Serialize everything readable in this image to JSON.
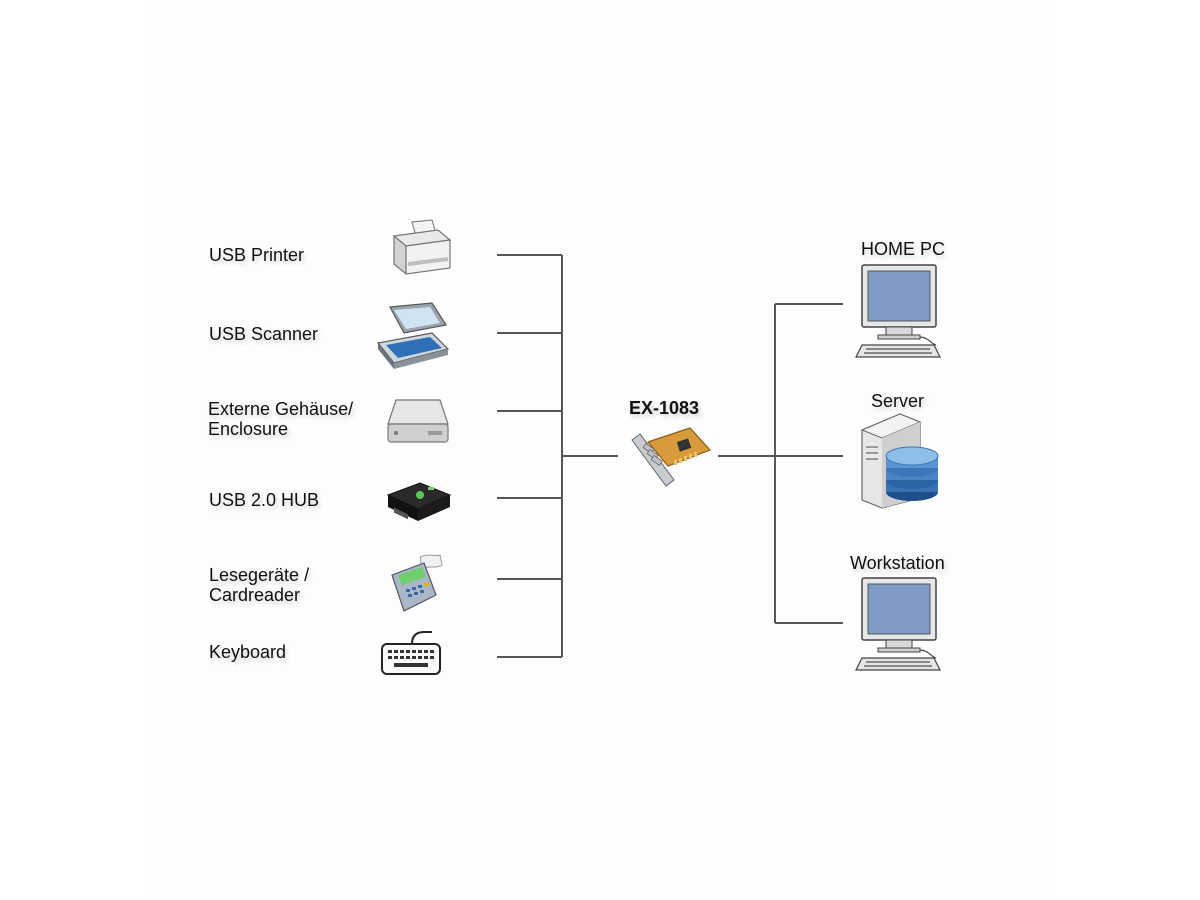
{
  "card": {
    "label": "EX-1083",
    "icon": "pci-usb-card-icon"
  },
  "devices": [
    {
      "label": "USB Printer",
      "icon": "printer-icon"
    },
    {
      "label": "USB Scanner",
      "icon": "scanner-icon"
    },
    {
      "label_lines": [
        "Externe Gehäuse/",
        "Enclosure"
      ],
      "icon": "hard-drive-icon"
    },
    {
      "label": "USB 2.0 HUB",
      "icon": "usb-hub-icon"
    },
    {
      "label_lines": [
        "Lesegeräte /",
        "Cardreader"
      ],
      "icon": "card-reader-icon"
    },
    {
      "label": "Keyboard",
      "icon": "keyboard-icon"
    }
  ],
  "hosts": [
    {
      "label": "HOME PC",
      "icon": "computer-icon"
    },
    {
      "label": "Server",
      "icon": "server-icon"
    },
    {
      "label": "Workstation",
      "icon": "computer-icon"
    }
  ],
  "colors": {
    "line": "#555555",
    "screen": "#7f9cc6",
    "card_board": "#d99a3c"
  }
}
